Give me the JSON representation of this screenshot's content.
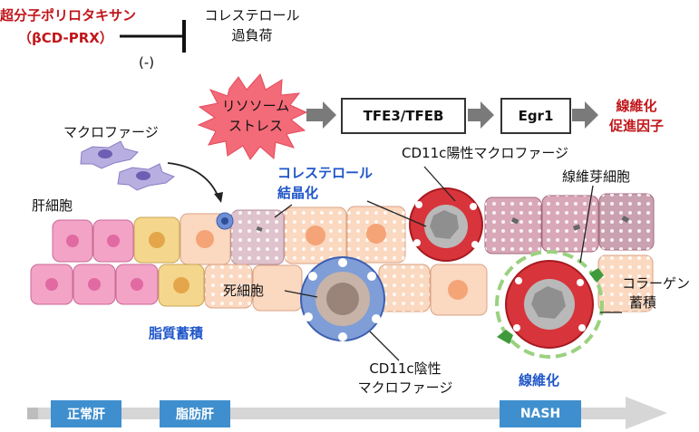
{
  "drug": {
    "line1": "超分子ポリロタキサン",
    "line2": "（βCD-PRX）",
    "inhibit": "(-)"
  },
  "overload": {
    "line1": "コレステロール",
    "line2": "過負荷"
  },
  "lysosome": {
    "line1": "リソソーム",
    "line2": "ストレス"
  },
  "tfe": "TFE3/TFEB",
  "egr1": "Egr1",
  "fibrosis_factor": {
    "line1": "線維化",
    "line2": "促進因子"
  },
  "macrophage": "マクロファージ",
  "cd11c_pos": "CD11c陽性マクロファージ",
  "cholesterol_crystal": {
    "line1": "コレステロール",
    "line2": "結晶化"
  },
  "stellate": "線維芽細胞",
  "hepatocyte": "肝細胞",
  "dead_cell": "死細胞",
  "collagen": {
    "line1": "コラーゲン",
    "line2": "蓄積"
  },
  "lipid": "脂質蓄積",
  "cd11c_neg": {
    "line1": "CD11c陰性",
    "line2": "マクロファージ"
  },
  "fibrosis": "線維化",
  "stages": [
    "正常肝",
    "脂肪肝",
    "NASH"
  ],
  "colors": {
    "red": "#c0161b",
    "blue": "#1f56c9",
    "stage": "#3f8fce"
  }
}
